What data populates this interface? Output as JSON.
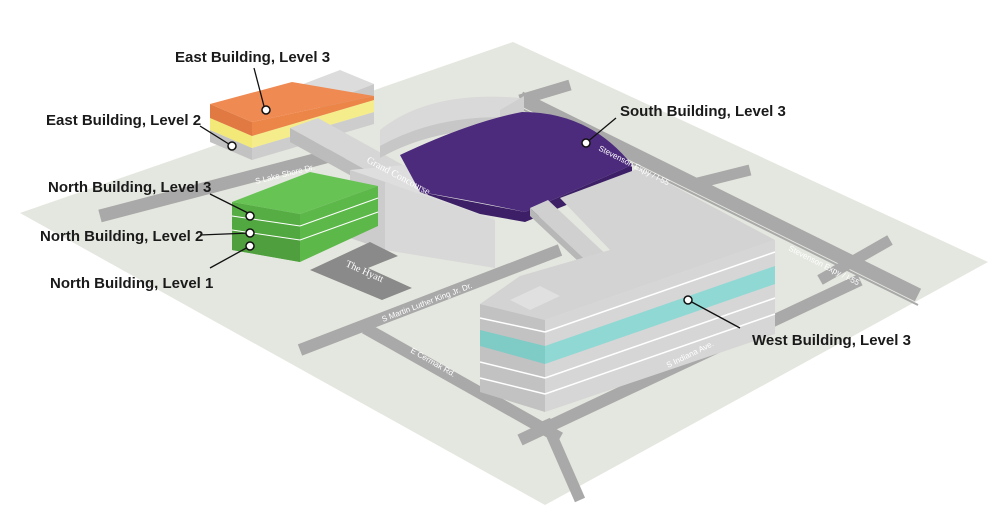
{
  "callouts": {
    "east_l3": "East Building, Level 3",
    "east_l2": "East Building, Level 2",
    "north_l3": "North Building, Level 3",
    "north_l2": "North Building, Level 2",
    "north_l1": "North Building, Level 1",
    "south_l3": "South Building, Level 3",
    "west_l3": "West Building, Level 3"
  },
  "streets": {
    "lake_shore": "S Lake Shore Dr.",
    "mlk": "S Martin Luther King Jr. Dr.",
    "cermak": "E Cermak Rd.",
    "indiana": "S Indiana Ave.",
    "stevenson_1": "Stevenson Expy / I-55",
    "stevenson_2": "Stevenson Expy / I-55"
  },
  "buildings": {
    "grand_concourse": "Grand Concourse",
    "hyatt": "The Hyatt"
  },
  "colors": {
    "ground": "#e4e7df",
    "road": "#a8a8a8",
    "building": "#d5d5d5",
    "building_side": "#bdbdbd",
    "east_level_3": "#ef8a52",
    "east_level_2": "#f5ec8c",
    "north_levels": "#5db84a",
    "south_level_3": "#4c2a7c",
    "west_level_3": "#8fd8d4"
  }
}
